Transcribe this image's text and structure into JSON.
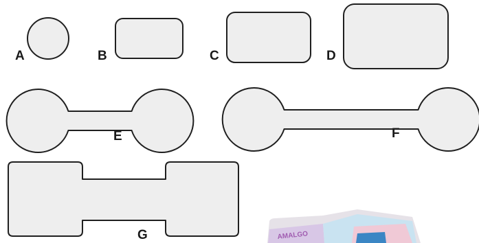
{
  "shapes": [
    {
      "id": "A",
      "label": "A",
      "kind": "circle-tag"
    },
    {
      "id": "B",
      "label": "B",
      "kind": "rectangle-tag"
    },
    {
      "id": "C",
      "label": "C",
      "kind": "rectangle-tag"
    },
    {
      "id": "D",
      "label": "D",
      "kind": "rectangle-tag"
    },
    {
      "id": "E",
      "label": "E",
      "kind": "dumbbell-tag-round"
    },
    {
      "id": "F",
      "label": "F",
      "kind": "dumbbell-tag-round-long"
    },
    {
      "id": "G",
      "label": "G",
      "kind": "dumbbell-tag-square"
    }
  ],
  "photo": {
    "name": "tag-packages-photo",
    "brand_text": "AMALGO",
    "colors": [
      "#d8c7e6",
      "#c9e3f1",
      "#f0c9d6",
      "#3b86c4"
    ]
  },
  "colors": {
    "fill": "#eeeeee",
    "stroke": "#1f1f1f",
    "label": "#1a1a1a"
  }
}
